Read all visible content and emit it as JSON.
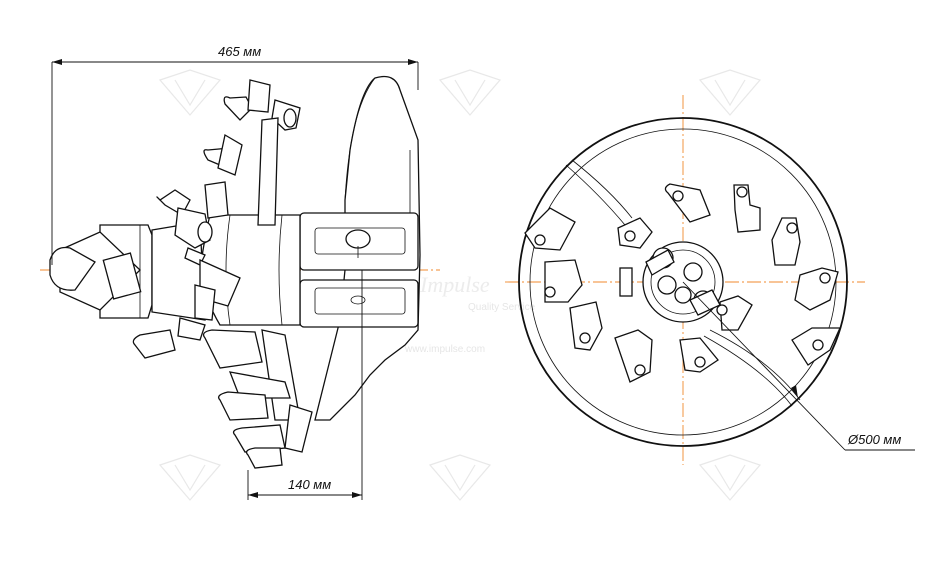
{
  "dimensions": {
    "overall_length": "465 мм",
    "hub_length": "140 мм",
    "diameter": "Ø500 мм"
  },
  "watermark": {
    "brand": "Impulse",
    "tagline": "Quality Service",
    "site": "www.impulse.com"
  },
  "colors": {
    "line": "#111111",
    "centerline": "#f0892d",
    "watermark": "#e8e8e8"
  }
}
